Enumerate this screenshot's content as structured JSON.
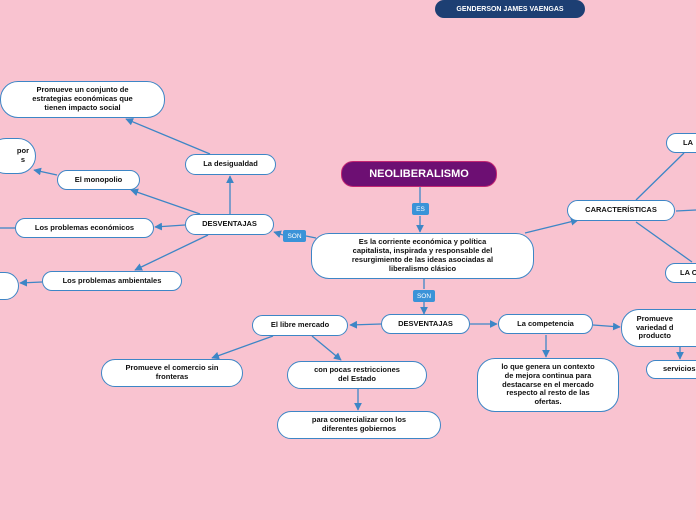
{
  "author": "GENDERSON JAMES VAENGAS",
  "root": "NEOLIBERALISMO",
  "tags": {
    "es": "ES",
    "son_left": "SON",
    "son_bottom": "SON"
  },
  "center": "Es la corriente económica y política\ncapitalista, inspirada y responsable del\nresurgimiento de las ideas asociadas al\nliberalismo clásico",
  "left": {
    "desventajas": "DESVENTAJAS",
    "desigualdad": "La desigualdad",
    "promueve_conjunto": "Promueve un conjunto de\nestrategias económicas que\ntienen impacto social",
    "monopolio": "El monopolio",
    "monopolio_child": "por\ns",
    "problemas_economicos": "Los problemas económicos",
    "problemas_ambientales": "Los problemas ambientales"
  },
  "bottom": {
    "desventajas": "DESVENTAJAS",
    "libre_mercado": "El libre mercado",
    "comercio": "Promueve el comercio sin\nfronteras",
    "restricciones": "con pocas restricciones\ndel Estado",
    "comercializar": "para comercializar con los\ndiferentes gobiernos",
    "competencia": "La competencia",
    "contexto": "lo que genera un contexto\nde mejora continua para\ndestacarse en el mercado\nrespecto al resto de las\nofertas.",
    "variedad": "Promueve\nvariedad d\nproducto",
    "servicios": "servicios"
  },
  "right": {
    "caracteristicas": "CARACTERÍSTICAS",
    "top_child": "LA",
    "bottom_child": "LA C"
  },
  "colors": {
    "background": "#f9c3d0",
    "connector": "#3d86c6",
    "root": "#6d0f73",
    "author": "#1d3f73",
    "tag": "#3a93d8"
  }
}
